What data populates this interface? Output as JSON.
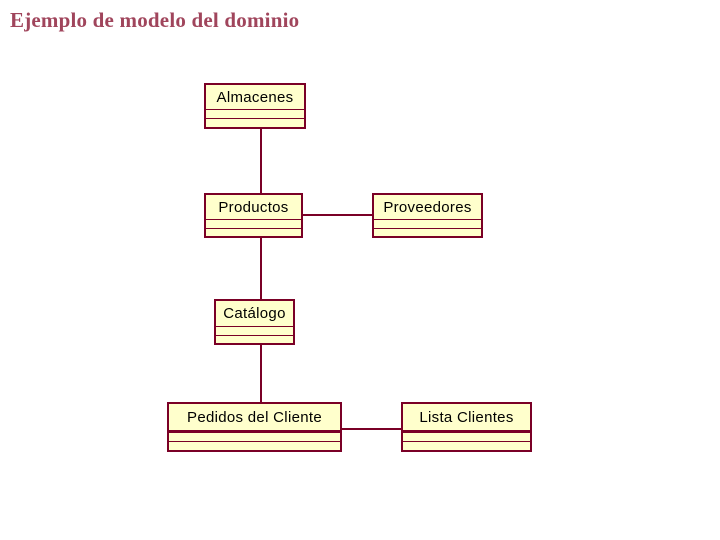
{
  "slide": {
    "title": "Ejemplo de modelo del dominio",
    "title_color": "#a0455c",
    "background_color": "#ffffff"
  },
  "diagram": {
    "type": "uml-class-diagram",
    "box_fill_color": "#ffffcc",
    "box_border_color": "#7a0026",
    "connector_color": "#7a0026",
    "classes": [
      {
        "id": "almacenes",
        "name": "Almacenes",
        "attributes": [],
        "operations": []
      },
      {
        "id": "productos",
        "name": "Productos",
        "attributes": [],
        "operations": []
      },
      {
        "id": "proveedores",
        "name": "Proveedores",
        "attributes": [],
        "operations": []
      },
      {
        "id": "catalogo",
        "name": "Catálogo",
        "attributes": [],
        "operations": []
      },
      {
        "id": "pedidos",
        "name": "Pedidos del Cliente",
        "attributes": [],
        "operations": []
      },
      {
        "id": "lista_clientes",
        "name": "Lista Clientes",
        "attributes": [],
        "operations": []
      }
    ],
    "associations": [
      {
        "id": "almacenes_productos",
        "from": "Almacenes",
        "to": "Productos",
        "orientation": "vertical"
      },
      {
        "id": "productos_proveedores",
        "from": "Productos",
        "to": "Proveedores",
        "orientation": "horizontal"
      },
      {
        "id": "productos_catalogo",
        "from": "Productos",
        "to": "Catálogo",
        "orientation": "vertical"
      },
      {
        "id": "catalogo_pedidos",
        "from": "Catálogo",
        "to": "Pedidos del Cliente",
        "orientation": "vertical"
      },
      {
        "id": "pedidos_lista_clientes",
        "from": "Pedidos del Cliente",
        "to": "Lista Clientes",
        "orientation": "horizontal"
      }
    ]
  }
}
